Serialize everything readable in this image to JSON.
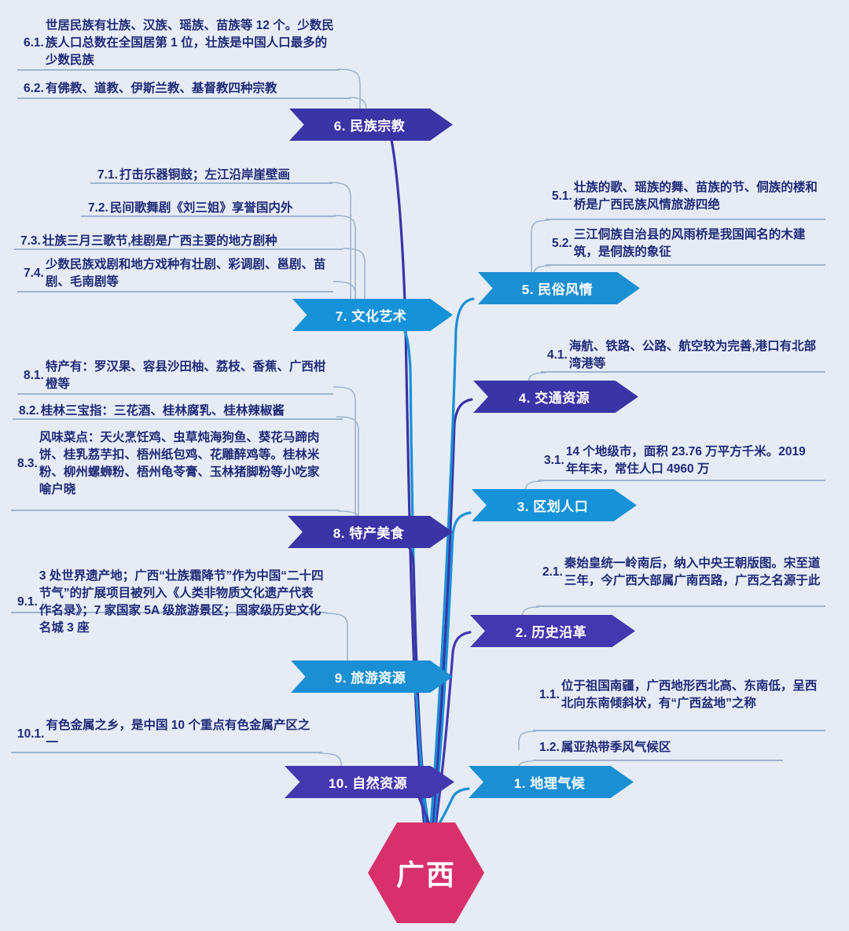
{
  "theme": {
    "background": "#e6ecf5",
    "center_color": "#d8306b",
    "blue_bright": "#1b8fd4",
    "blue_cyan": "#1592d8",
    "purple_deep": "#3b34a6",
    "purple_blue": "#4438b0",
    "text_color": "#1f2a78",
    "rule_color": "#9fb4cf"
  },
  "center": {
    "label": "广西"
  },
  "branches": [
    {
      "id": "b1",
      "label": "1. 地理气候",
      "color": "#1b8fd4",
      "side": "right",
      "items": [
        {
          "num": "1.1.",
          "text": "位于祖国南疆，广西地形西北高、东南低，呈西北向东南倾斜状，有“广西盆地”之称"
        },
        {
          "num": "1.2.",
          "text": "属亚热带季风气候区"
        }
      ]
    },
    {
      "id": "b2",
      "label": "2. 历史沿革",
      "color": "#4438b0",
      "side": "right",
      "items": [
        {
          "num": "2.1.",
          "text": "秦始皇统一岭南后，纳入中央王朝版图。宋至道三年，今广西大部属广南西路，广西之名源于此"
        }
      ]
    },
    {
      "id": "b3",
      "label": "3. 区划人口",
      "color": "#1592d8",
      "side": "right",
      "items": [
        {
          "num": "3.1.",
          "text": "14 个地级市，面积 23.76 万平方千米。2019 年年末，常住人口 4960 万"
        }
      ]
    },
    {
      "id": "b4",
      "label": "4. 交通资源",
      "color": "#3b34a6",
      "side": "right",
      "items": [
        {
          "num": "4.1.",
          "text": "海航、铁路、公路、航空较为完善,港口有北部湾港等"
        }
      ]
    },
    {
      "id": "b5",
      "label": "5. 民俗风情",
      "color": "#1b8fd4",
      "side": "right",
      "items": [
        {
          "num": "5.1.",
          "text": "壮族的歌、瑶族的舞、苗族的节、侗族的楼和桥是广西民族风情旅游四绝"
        },
        {
          "num": "5.2.",
          "text": "三江侗族自治县的风雨桥是我国闻名的木建筑，是侗族的象征"
        }
      ]
    },
    {
      "id": "b6",
      "label": "6. 民族宗教",
      "color": "#3b34a6",
      "side": "left",
      "items": [
        {
          "num": "6.1.",
          "text": "世居民族有壮族、汉族、瑶族、苗族等 12 个。少数民族人口总数在全国居第 1 位，壮族是中国人口最多的少数民族"
        },
        {
          "num": "6.2.",
          "text": "有佛教、道教、伊斯兰教、基督教四种宗教"
        }
      ]
    },
    {
      "id": "b7",
      "label": "7. 文化艺术",
      "color": "#1592d8",
      "side": "left",
      "items": [
        {
          "num": "7.1.",
          "text": "打击乐器铜鼓；左江沿岸崖壁画"
        },
        {
          "num": "7.2.",
          "text": "民间歌舞剧《刘三姐》享誉国内外"
        },
        {
          "num": "7.3.",
          "text": "壮族三月三歌节,桂剧是广西主要的地方剧种"
        },
        {
          "num": "7.4.",
          "text": "少数民族戏剧和地方戏种有壮剧、彩调剧、邕剧、苗剧、毛南剧等"
        }
      ]
    },
    {
      "id": "b8",
      "label": "8. 特产美食",
      "color": "#3b34a6",
      "side": "left",
      "items": [
        {
          "num": "8.1.",
          "text": "特产有：罗汉果、容县沙田柚、荔枝、香蕉、广西柑橙等"
        },
        {
          "num": "8.2.",
          "text": "桂林三宝指：三花酒、桂林腐乳、桂林辣椒酱"
        },
        {
          "num": "8.3.",
          "text": "风味菜点：天火烹饪鸡、虫草炖海狗鱼、葵花马蹄肉饼、桂乳荔芋扣、梧州纸包鸡、花雕醉鸡等。桂林米粉、柳州螺蛳粉、梧州龟苓膏、玉林猪脚粉等小吃家喻户晓"
        }
      ]
    },
    {
      "id": "b9",
      "label": "9. 旅游资源",
      "color": "#1b8fd4",
      "side": "left",
      "items": [
        {
          "num": "9.1.",
          "text": "3 处世界遗产地；广西“壮族霜降节”作为中国“二十四节气”的扩展项目被列入《人类非物质文化遗产代表作名录》；7 家国家 5A 级旅游景区；国家级历史文化名城 3 座"
        }
      ]
    },
    {
      "id": "b10",
      "label": "10. 自然资源",
      "color": "#4438b0",
      "side": "left",
      "items": [
        {
          "num": "10.1.",
          "text": "有色金属之乡，是中国 10 个重点有色金属产区之一"
        }
      ]
    }
  ]
}
